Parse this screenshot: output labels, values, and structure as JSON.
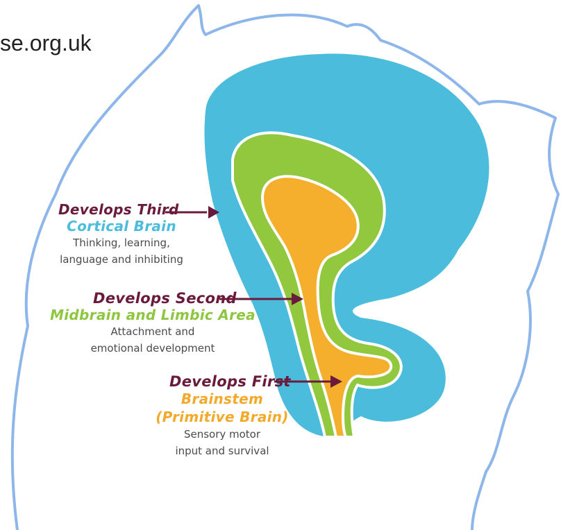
{
  "header": {
    "url_fragment": "se.org.uk"
  },
  "colors": {
    "cortical": "#4cbcdc",
    "limbic": "#92c83e",
    "brainstem": "#f6ae2d",
    "develops_label": "#6a1a3a",
    "head_outline": "#8db6ea"
  },
  "stages": {
    "third": {
      "develops": "Develops Third",
      "region": "Cortical Brain",
      "desc_line1": "Thinking, learning,",
      "desc_line2": "language and inhibiting"
    },
    "second": {
      "develops": "Develops Second",
      "region": "Midbrain and Limbic Area",
      "desc_line1": "Attachment and",
      "desc_line2": "emotional development"
    },
    "first": {
      "develops": "Develops First",
      "region_line1": "Brainstem",
      "region_line2": "(Primitive Brain)",
      "desc_line1": "Sensory motor",
      "desc_line2": "input and survival"
    }
  }
}
